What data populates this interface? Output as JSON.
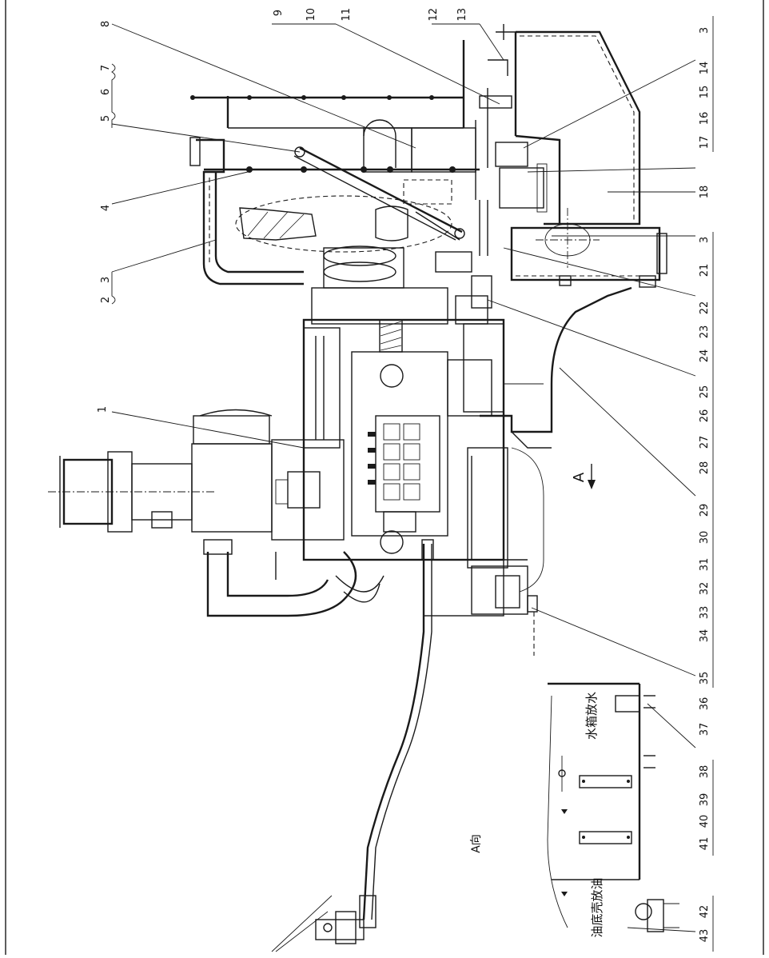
{
  "callouts": [
    "9",
    "10",
    "11",
    "12",
    "13",
    "14",
    "15",
    "16",
    "17",
    "18",
    "21",
    "22",
    "23",
    "24",
    "25",
    "26",
    "27",
    "28",
    "29",
    "30",
    "31",
    "32",
    "33",
    "34",
    "35",
    "36",
    "37",
    "38",
    "39",
    "40",
    "41",
    "42",
    "43"
  ],
  "left_callouts": [
    "8",
    "7",
    "6",
    "5",
    "4",
    "2",
    "3",
    "1"
  ],
  "right_suffix_3": "3",
  "section_mark": "A",
  "view_label": "A向",
  "note_water_drain": "水箱放水",
  "note_oil_drain": "油底壳放油"
}
